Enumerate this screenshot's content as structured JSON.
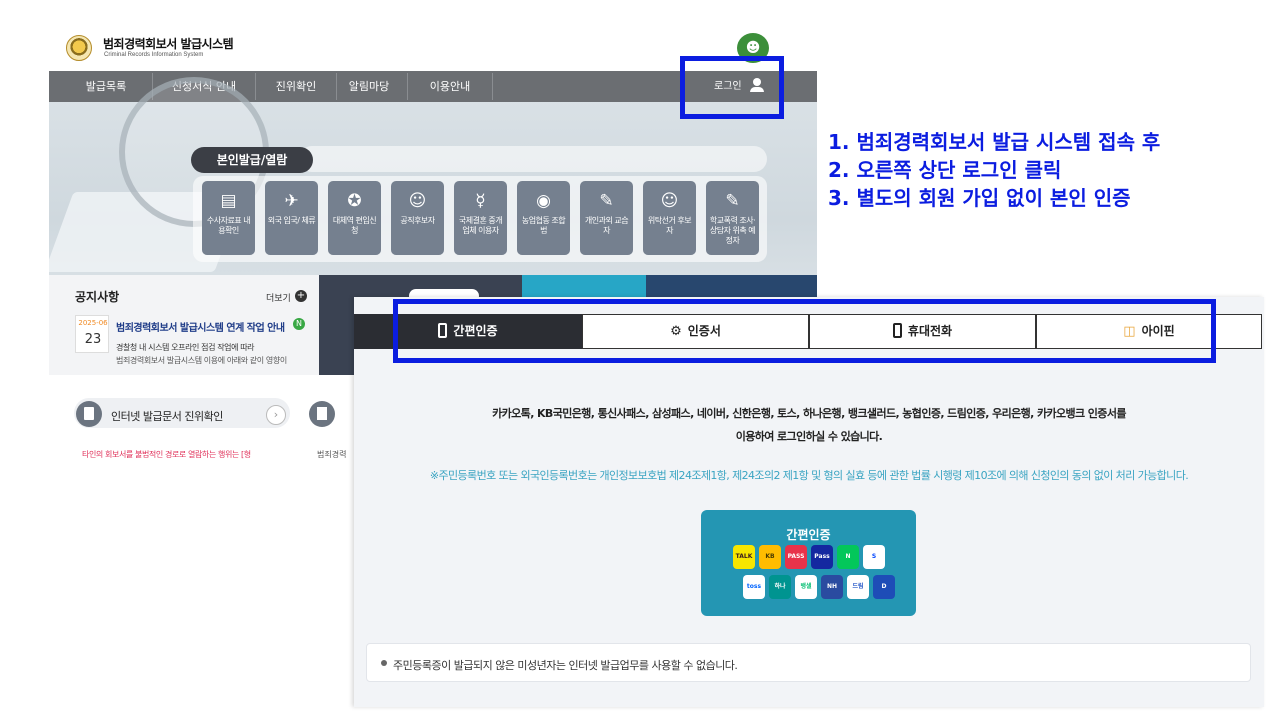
{
  "site": {
    "title": "범죄경력회보서 발급시스템",
    "subtitle": "Criminal Records Information System",
    "nav": [
      "발급목록",
      "신청서식 안내",
      "진위확인",
      "알림마당",
      "이용안내"
    ],
    "login_label": "로그인",
    "hero_tab": "본인발급/열람",
    "tiles": [
      {
        "label": "수사자료표 내용확인",
        "icon": "document-icon"
      },
      {
        "label": "외국 입국/ 체류",
        "icon": "airplane-icon"
      },
      {
        "label": "대체역 편입신청",
        "icon": "emblem-icon"
      },
      {
        "label": "공직후보자",
        "icon": "person-icon"
      },
      {
        "label": "국제결혼 중개업체 이용자",
        "icon": "couple-icon"
      },
      {
        "label": "농업협동 조합법",
        "icon": "medal-icon"
      },
      {
        "label": "개인과외 교습자",
        "icon": "pencil-doc-icon"
      },
      {
        "label": "위탁선거 후보자",
        "icon": "person-icon"
      },
      {
        "label": "학교폭력 조사·상담자 위촉 예정자",
        "icon": "pencil-doc-icon"
      }
    ],
    "notice": {
      "title": "공지사항",
      "more": "더보기",
      "date_ym": "2025-06",
      "date_d": "23",
      "headline": "범죄경력회보서 발급시스템 연계 작업 안내",
      "badge": "N",
      "body1": "경찰청 내 시스템 오프라인 점검 작업에 따라",
      "body2": "범죄경력회보서 발급시스템 이용에 아래와 같이 영향이"
    },
    "verify": {
      "label": "인터넷 발급문서 진위확인",
      "warning": "타인의 회보서를 불법적인 경로로 열람하는 행위는 [형",
      "side_text": "범죄경력"
    }
  },
  "instructions": [
    "1.  범죄경력회보서 발급 시스템 접속 후",
    "2.  오른쪽 상단 로그인 클릭",
    "3.  별도의 회원 가입 없이 본인 인증"
  ],
  "popup": {
    "tabs": [
      "간편인증",
      "인증서",
      "휴대전화",
      "아이핀"
    ],
    "desc1": "카카오톡, KB국민은행, 통신사패스, 삼성패스, 네이버, 신한은행, 토스, 하나은행, 뱅크샐러드, 농협인증, 드림인증, 우리은행, 카카오뱅크 인증서를",
    "desc2": "이용하여 로그인하실 수 있습니다.",
    "desc3": "※주민등록번호 또는 외국인등록번호는 개인정보보호법 제24조제1항, 제24조의2 제1항 및 형의 실효 등에 관한 법률 시행령 제10조에 의해 신청인의 동의 없이 처리 가능합니다.",
    "auth_button": {
      "title": "간편인증",
      "apps": [
        {
          "label": "TALK",
          "bg": "#f7e600",
          "fg": "#3a1d1d"
        },
        {
          "label": "KB",
          "bg": "#ffbc00",
          "fg": "#4a3b00"
        },
        {
          "label": "PASS",
          "bg": "#e8334a",
          "fg": "#ffffff"
        },
        {
          "label": "Pass",
          "bg": "#1428a0",
          "fg": "#ffffff"
        },
        {
          "label": "N",
          "bg": "#03c75a",
          "fg": "#ffffff"
        },
        {
          "label": "S",
          "bg": "#ffffff",
          "fg": "#0046ff"
        },
        {
          "label": "toss",
          "bg": "#ffffff",
          "fg": "#0064ff"
        },
        {
          "label": "하나",
          "bg": "#009490",
          "fg": "#ffffff"
        },
        {
          "label": "뱅샐",
          "bg": "#ffffff",
          "fg": "#12c27a"
        },
        {
          "label": "NH",
          "bg": "#2a4ba0",
          "fg": "#ffffff"
        },
        {
          "label": "드림",
          "bg": "#ffffff",
          "fg": "#2355c7"
        },
        {
          "label": "D",
          "bg": "#1e4db7",
          "fg": "#ffffff"
        }
      ]
    },
    "note": "주민등록증이 발급되지 않은 미성년자는 인터넷 발급업무를 사용할 수 없습니다."
  },
  "colors": {
    "highlight": "#0b1de0",
    "nav_bg": "#6b6e72",
    "tile_bg": "#75808f",
    "auth_bg": "#2496b3",
    "tab_active": "#2b2d33"
  }
}
